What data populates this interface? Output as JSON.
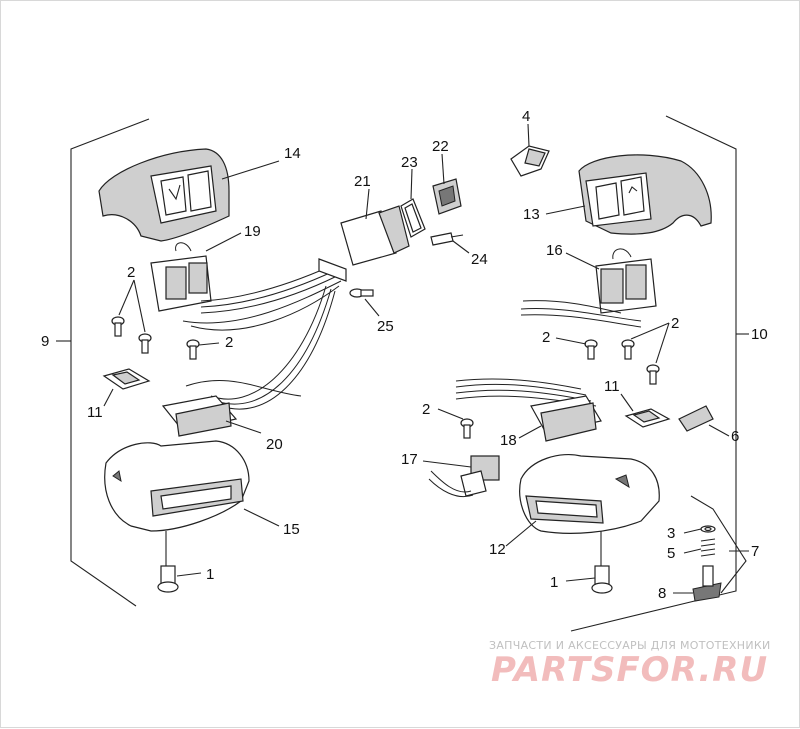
{
  "diagram": {
    "callouts": [
      "1",
      "2",
      "3",
      "4",
      "5",
      "6",
      "7",
      "8",
      "9",
      "10",
      "11",
      "12",
      "13",
      "14",
      "15",
      "16",
      "17",
      "18",
      "19",
      "20",
      "21",
      "22",
      "23",
      "24",
      "25"
    ],
    "labels": {
      "l1a": "1",
      "l1b": "1",
      "l2a": "2",
      "l2b": "2",
      "l2c": "2",
      "l2d": "2",
      "l2e": "2",
      "l3": "3",
      "l4": "4",
      "l5": "5",
      "l6": "6",
      "l7": "7",
      "l8": "8",
      "l9": "9",
      "l10": "10",
      "l11a": "11",
      "l11b": "11",
      "l12": "12",
      "l13": "13",
      "l14": "14",
      "l15": "15",
      "l16": "16",
      "l17": "17",
      "l18": "18",
      "l19": "19",
      "l20": "20",
      "l21": "21",
      "l22": "22",
      "l23": "23",
      "l24": "24",
      "l25": "25"
    }
  },
  "watermark": {
    "tagline": "ЗАПЧАСТИ И АКСЕССУАРЫ ДЛЯ МОТОТЕХНИКИ",
    "brand": "PARTSFOR.RU",
    "brand_color": "#f2bcbc"
  }
}
